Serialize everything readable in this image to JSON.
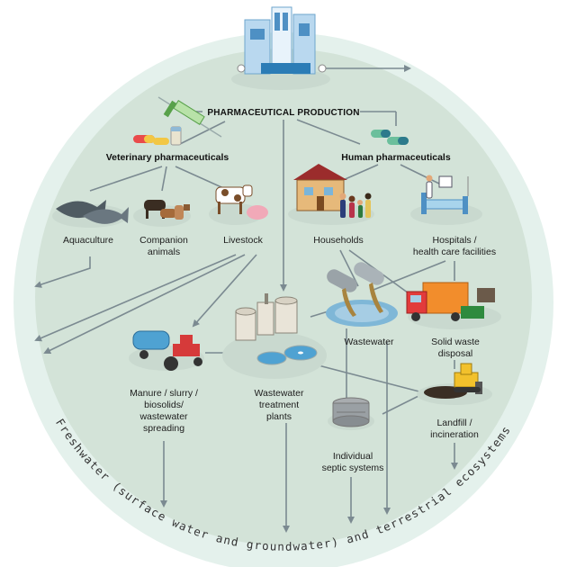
{
  "labels": {
    "production": "PHARMACEUTICAL PRODUCTION",
    "veterinary": "Veterinary pharmaceuticals",
    "human": "Human pharmaceuticals",
    "aquaculture": "Aquaculture",
    "companion_1": "Companion",
    "companion_2": "animals",
    "livestock": "Livestock",
    "households": "Households",
    "hospitals_1": "Hospitals /",
    "hospitals_2": "health care facilities",
    "wastewater": "Wastewater",
    "solid_waste_1": "Solid waste",
    "solid_waste_2": "disposal",
    "wwtp_1": "Wastewater",
    "wwtp_2": "treatment",
    "wwtp_3": "plants",
    "manure_1": "Manure / slurry /",
    "manure_2": "biosolids/",
    "manure_3": "wastewater",
    "manure_4": "spreading",
    "landfill_1": "Landfill /",
    "landfill_2": "incineration",
    "septic_1": "Individual",
    "septic_2": "septic systems"
  },
  "ecosystem_label": "Freshwater (surface water and groundwater) and terrestrial ecosystems",
  "colors": {
    "outer_ring": "#e4f1ec",
    "inner_disc": "#d3e3d8",
    "arrow": "#7b8a91",
    "platform": "#c9d9cf"
  }
}
